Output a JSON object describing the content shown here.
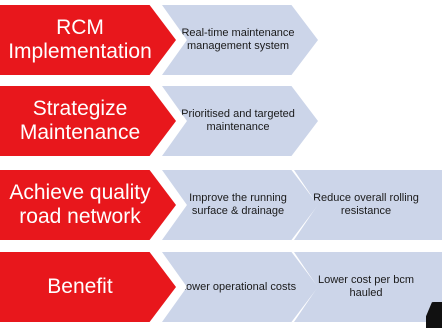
{
  "rows": [
    {
      "main": "RCM Implementation",
      "details": [
        "Real-time maintenance management system"
      ]
    },
    {
      "main": "Strategize Maintenance",
      "details": [
        "Prioritised and targeted maintenance"
      ]
    },
    {
      "main": "Achieve quality road network",
      "details": [
        "Improve the running surface & drainage",
        "Reduce overall rolling resistance"
      ]
    },
    {
      "main": "Benefit",
      "details": [
        "Lower operational costs",
        "Lower cost per bcm hauled"
      ]
    }
  ],
  "colors": {
    "primary": "#e8171c",
    "secondary": "#ccd5e9"
  }
}
